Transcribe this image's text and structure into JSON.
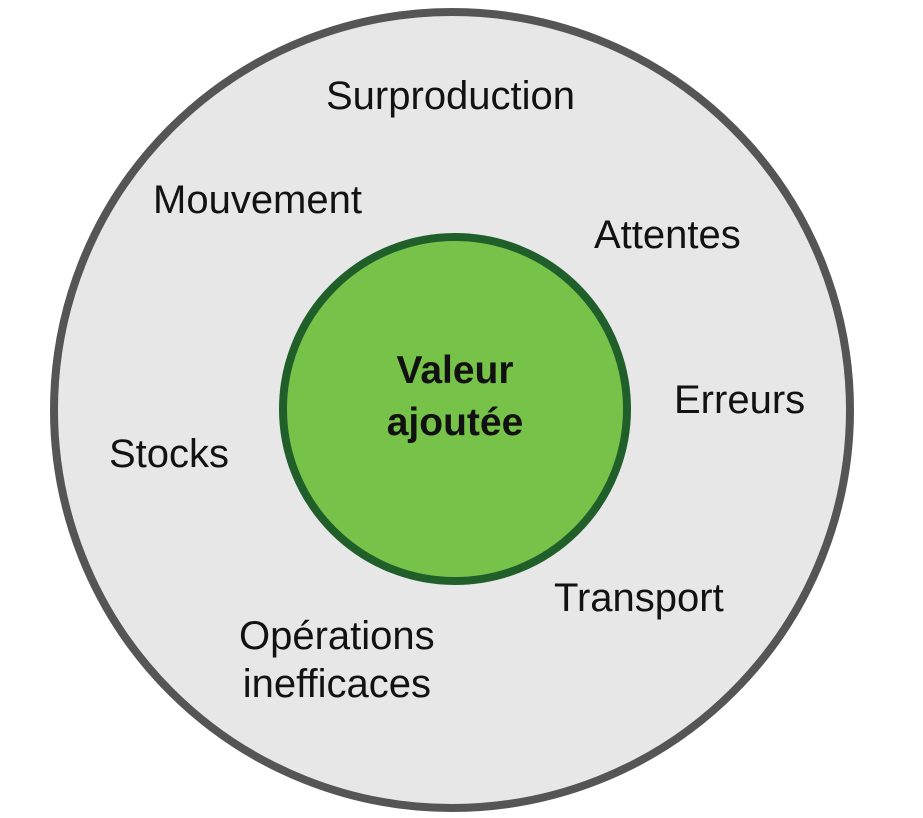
{
  "diagram": {
    "center": {
      "lines": [
        "Valeur",
        "ajoutée"
      ]
    },
    "wastes": {
      "surproduction": "Surproduction",
      "mouvement": "Mouvement",
      "attentes": "Attentes",
      "erreurs": "Erreurs",
      "stocks": "Stocks",
      "transport": "Transport",
      "operations": [
        "Opérations",
        "inefficaces"
      ]
    },
    "colors": {
      "outer_fill": "#e7e7e7",
      "outer_border": "#555555",
      "inner_fill": "#77c34a",
      "inner_border": "#215f2a",
      "text": "#121212"
    }
  }
}
